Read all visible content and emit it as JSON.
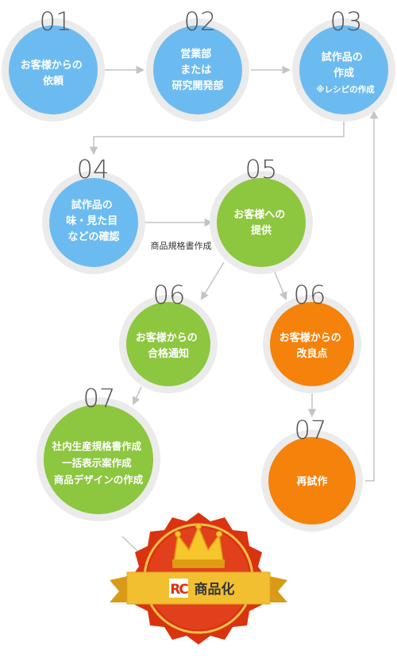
{
  "steps": {
    "s01": {
      "number": "01",
      "lines": [
        "お客様からの",
        "依頼"
      ],
      "note": ""
    },
    "s02": {
      "number": "02",
      "lines": [
        "営業部",
        "または",
        "研究開発部"
      ],
      "note": ""
    },
    "s03": {
      "number": "03",
      "lines": [
        "試作品の",
        "作成"
      ],
      "note": "※レシピの作成"
    },
    "s04": {
      "number": "04",
      "lines": [
        "試作品の",
        "味・見た目",
        "などの確認"
      ],
      "note": ""
    },
    "s05": {
      "number": "05",
      "lines": [
        "お客様への",
        "提供"
      ],
      "note": ""
    },
    "s06a": {
      "number": "06",
      "lines": [
        "お客様からの",
        "合格通知"
      ],
      "note": ""
    },
    "s06b": {
      "number": "06",
      "lines": [
        "お客様からの",
        "改良点"
      ],
      "note": ""
    },
    "s07a": {
      "number": "07",
      "lines": [
        "社内生産規格書作成",
        "一括表示案作成",
        "商品デザインの作成"
      ],
      "note": ""
    },
    "s07b": {
      "number": "07",
      "lines": [
        "再試作"
      ],
      "note": ""
    }
  },
  "edge_label_spec": "商品規格書作成",
  "badge": {
    "text": "商品化",
    "logo_letters": "RC"
  },
  "colors": {
    "blue": "#6cbbf0",
    "green": "#8dc63f",
    "orange": "#f5820a",
    "ring": "#ebebeb",
    "arrow": "#c4c4c4",
    "badge_red": "#d9330f",
    "ribbon": "#f1bf2f",
    "crown": "#f6c62d"
  }
}
